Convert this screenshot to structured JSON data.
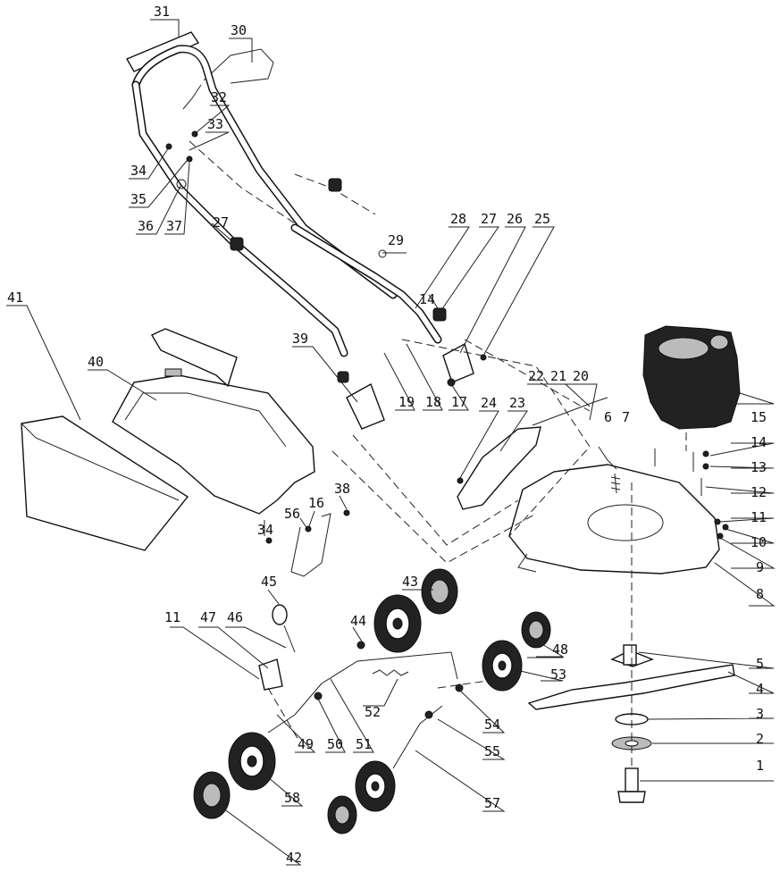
{
  "labels": [
    {
      "id": "1",
      "text": "1"
    },
    {
      "id": "2",
      "text": "2"
    },
    {
      "id": "3",
      "text": "3"
    },
    {
      "id": "4",
      "text": "4"
    },
    {
      "id": "5",
      "text": "5"
    },
    {
      "id": "6",
      "text": "6"
    },
    {
      "id": "7",
      "text": "7"
    },
    {
      "id": "8",
      "text": "8"
    },
    {
      "id": "9",
      "text": "9"
    },
    {
      "id": "10",
      "text": "10"
    },
    {
      "id": "11a",
      "text": "11"
    },
    {
      "id": "11b",
      "text": "11"
    },
    {
      "id": "12",
      "text": "12"
    },
    {
      "id": "13",
      "text": "13"
    },
    {
      "id": "14a",
      "text": "14"
    },
    {
      "id": "14b",
      "text": "14"
    },
    {
      "id": "15",
      "text": "15"
    },
    {
      "id": "16",
      "text": "16"
    },
    {
      "id": "17",
      "text": "17"
    },
    {
      "id": "18",
      "text": "18"
    },
    {
      "id": "19",
      "text": "19"
    },
    {
      "id": "20",
      "text": "20"
    },
    {
      "id": "21",
      "text": "21"
    },
    {
      "id": "22",
      "text": "22"
    },
    {
      "id": "23",
      "text": "23"
    },
    {
      "id": "24",
      "text": "24"
    },
    {
      "id": "25",
      "text": "25"
    },
    {
      "id": "26",
      "text": "26"
    },
    {
      "id": "27a",
      "text": "27"
    },
    {
      "id": "27b",
      "text": "27"
    },
    {
      "id": "28",
      "text": "28"
    },
    {
      "id": "29",
      "text": "29"
    },
    {
      "id": "30",
      "text": "30"
    },
    {
      "id": "31",
      "text": "31"
    },
    {
      "id": "32",
      "text": "32"
    },
    {
      "id": "33",
      "text": "33"
    },
    {
      "id": "34a",
      "text": "34"
    },
    {
      "id": "34b",
      "text": "34"
    },
    {
      "id": "35",
      "text": "35"
    },
    {
      "id": "36",
      "text": "36"
    },
    {
      "id": "37",
      "text": "37"
    },
    {
      "id": "38",
      "text": "38"
    },
    {
      "id": "39",
      "text": "39"
    },
    {
      "id": "40",
      "text": "40"
    },
    {
      "id": "41",
      "text": "41"
    },
    {
      "id": "42",
      "text": "42"
    },
    {
      "id": "43",
      "text": "43"
    },
    {
      "id": "44",
      "text": "44"
    },
    {
      "id": "45",
      "text": "45"
    },
    {
      "id": "46",
      "text": "46"
    },
    {
      "id": "47",
      "text": "47"
    },
    {
      "id": "48",
      "text": "48"
    },
    {
      "id": "49",
      "text": "49"
    },
    {
      "id": "50",
      "text": "50"
    },
    {
      "id": "51",
      "text": "51"
    },
    {
      "id": "52",
      "text": "52"
    },
    {
      "id": "53",
      "text": "53"
    },
    {
      "id": "54",
      "text": "54"
    },
    {
      "id": "55",
      "text": "55"
    },
    {
      "id": "56",
      "text": "56"
    },
    {
      "id": "57",
      "text": "57"
    },
    {
      "id": "58",
      "text": "58"
    }
  ]
}
